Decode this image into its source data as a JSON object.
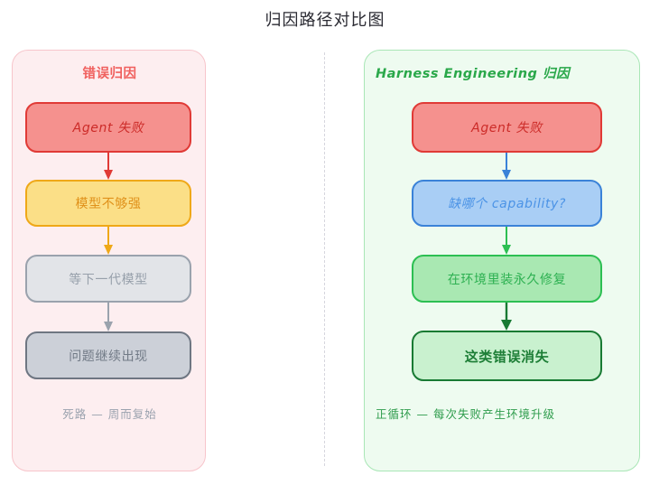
{
  "title": "归因路径对比图",
  "divider": {
    "style": "dashed-vertical"
  },
  "panels": [
    {
      "id": "wrong-attribution",
      "header": "错误归因",
      "accent": "#f0605e",
      "background": "#fdeef0",
      "border": "#f7c5cb",
      "nodes": [
        {
          "label": "Agent 失败",
          "fill": "#f5918e",
          "stroke": "#e03a36",
          "text": "#cc2b28"
        },
        {
          "label": "模型不够强",
          "fill": "#fbdf87",
          "stroke": "#efa818",
          "text": "#e0911a"
        },
        {
          "label": "等下一代模型",
          "fill": "#e2e4e8",
          "stroke": "#9aa2ad",
          "text": "#97a0ab"
        },
        {
          "label": "问题继续出现",
          "fill": "#ccd0d8",
          "stroke": "#6e7682",
          "text": "#717a86"
        }
      ],
      "arrows": [
        {
          "color": "#e03a36"
        },
        {
          "color": "#efa818"
        },
        {
          "color": "#9aa2ad"
        }
      ],
      "caption": "死路 — 周而复始",
      "caption_color": "#9aa2ae"
    },
    {
      "id": "harness-engineering-attribution",
      "header": "Harness Engineering 归因",
      "accent": "#2aa84a",
      "background": "#eefbf0",
      "border": "#a9e6b6",
      "nodes": [
        {
          "label": "Agent 失败",
          "fill": "#f5918e",
          "stroke": "#e03a36",
          "text": "#cc2b28"
        },
        {
          "label": "缺哪个 capability?",
          "fill": "#a9cef5",
          "stroke": "#3a82d8",
          "text": "#4b93e6"
        },
        {
          "label": "在环境里装永久修复",
          "fill": "#a9e8b2",
          "stroke": "#2cbf52",
          "text": "#2eb152"
        },
        {
          "label": "这类错误消失",
          "fill": "#c9f1cf",
          "stroke": "#187a33",
          "text": "#1d7e36"
        }
      ],
      "arrows": [
        {
          "color": "#3a82d8"
        },
        {
          "color": "#2cbf52"
        },
        {
          "color": "#187a33"
        }
      ],
      "caption": "正循环 — 每次失败产生环境升级",
      "caption_color": "#2e9c4c"
    }
  ]
}
